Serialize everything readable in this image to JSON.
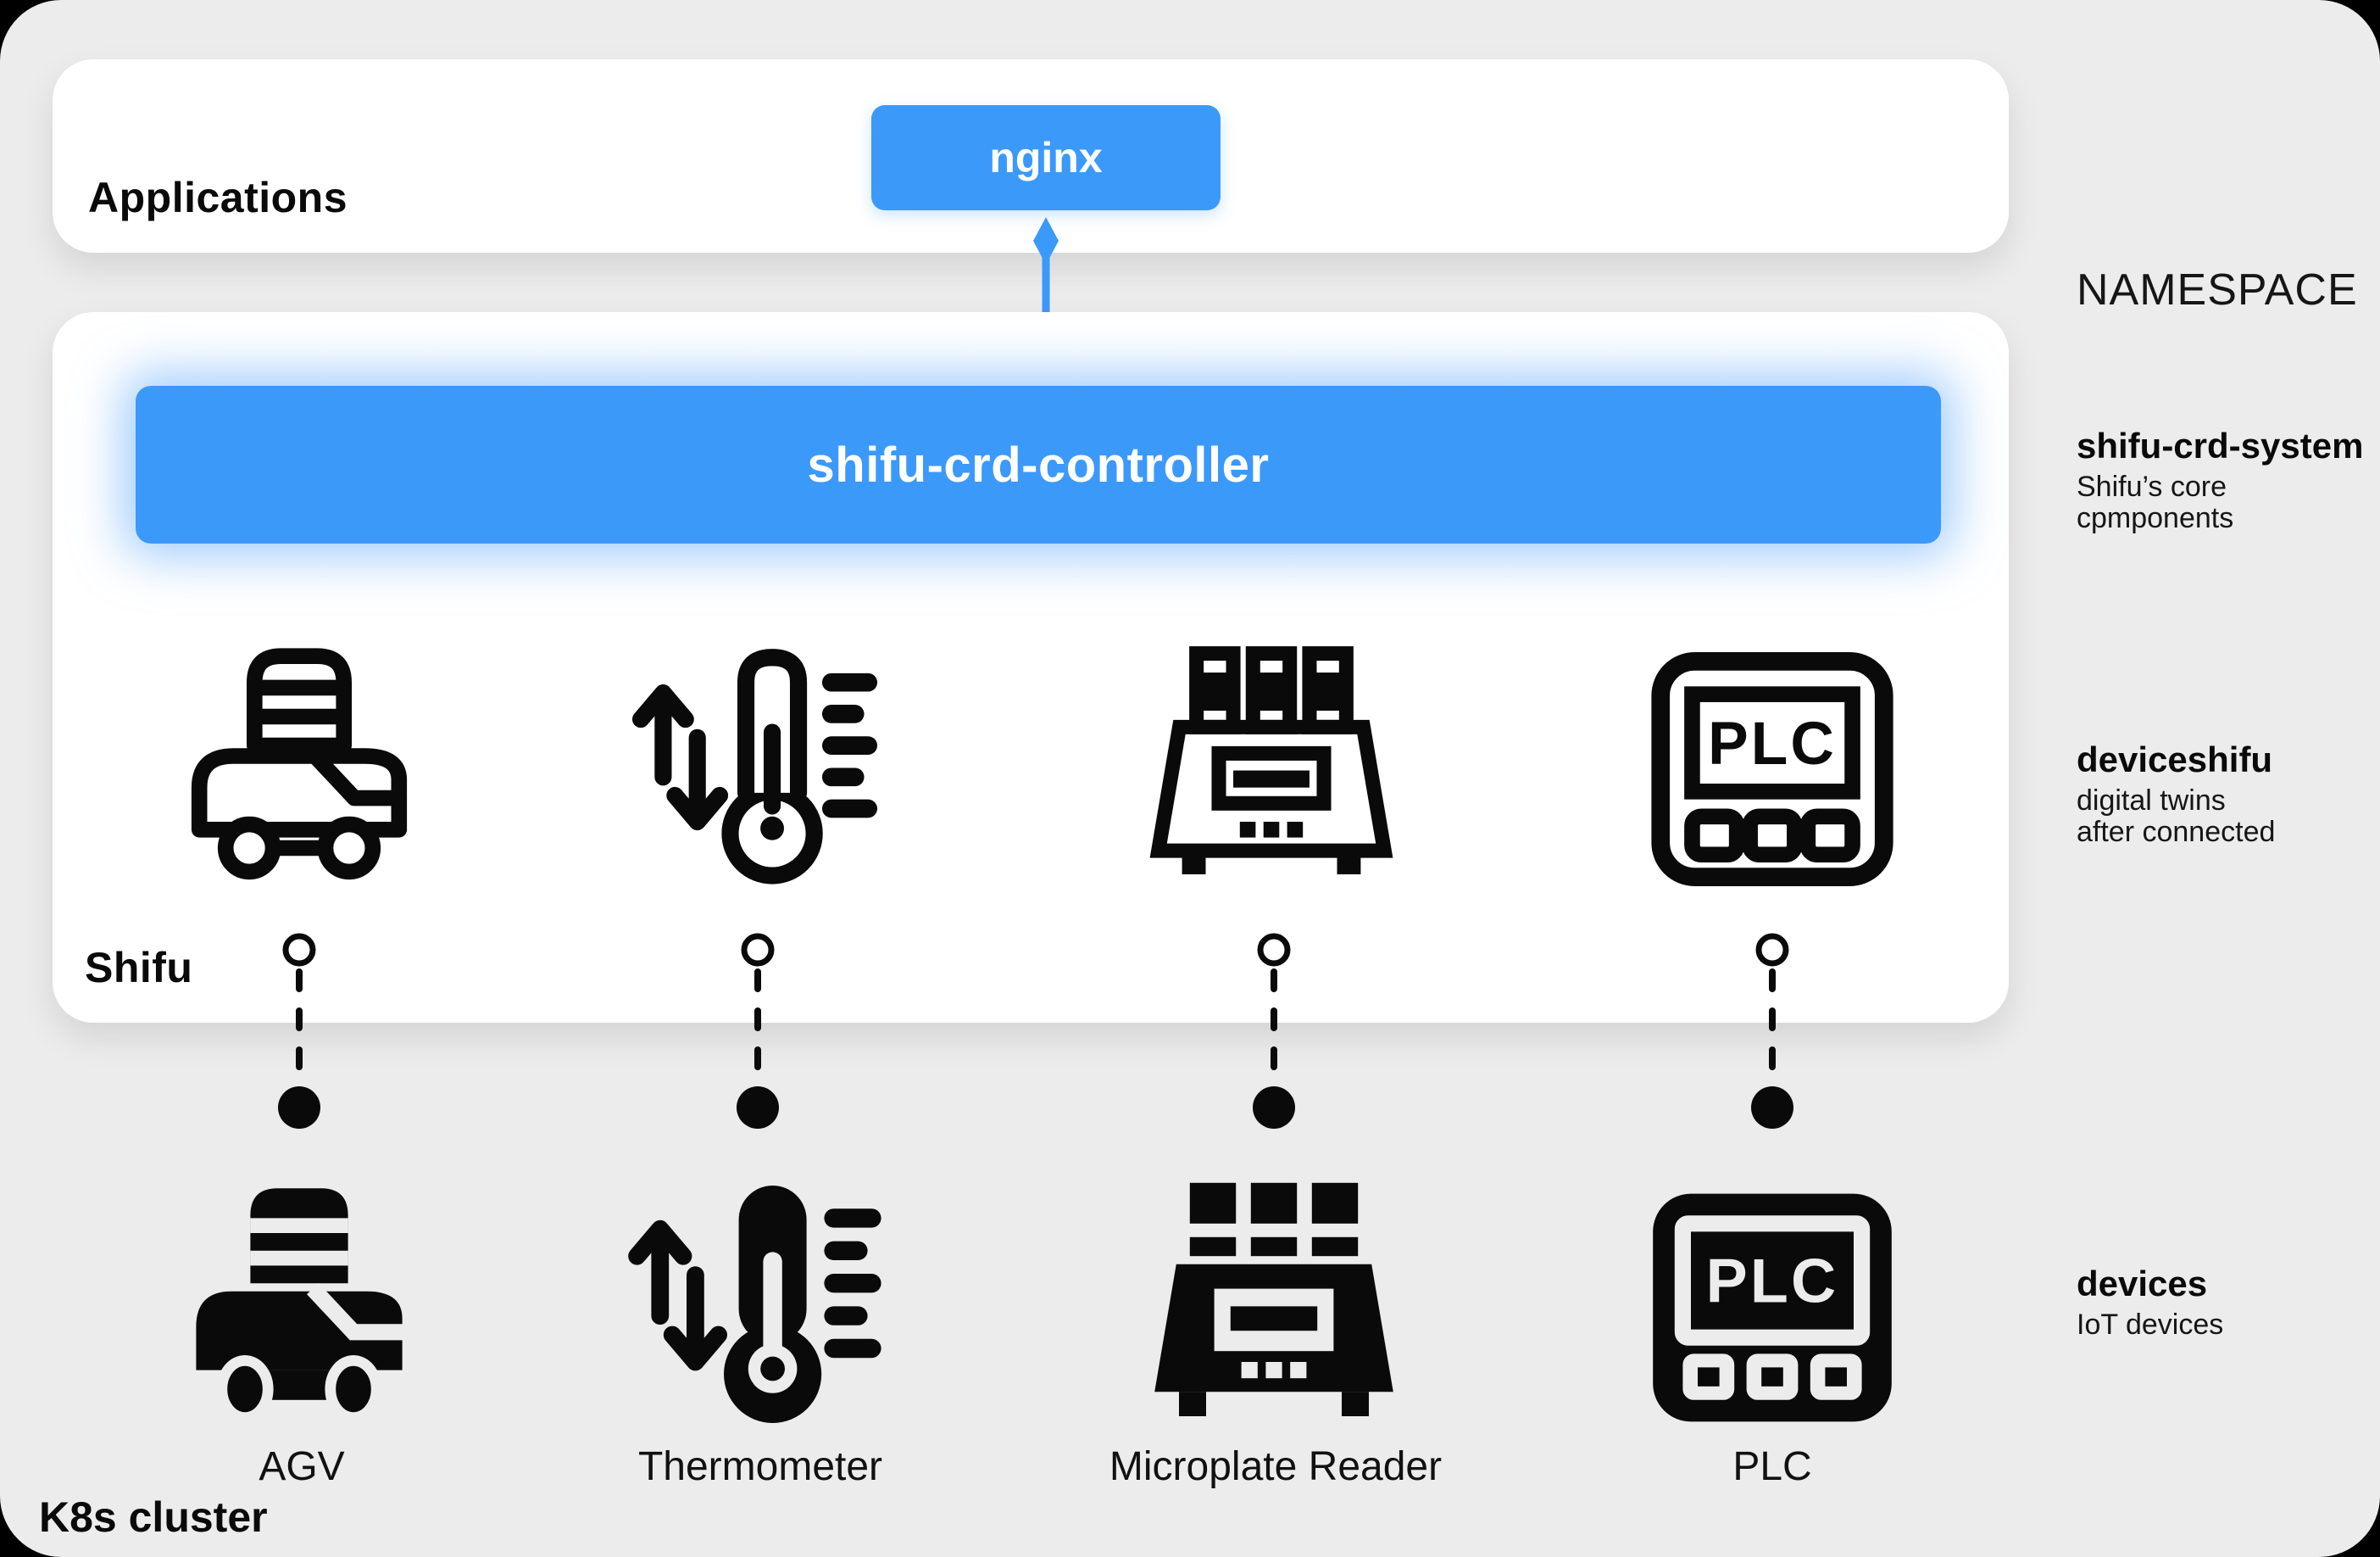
{
  "namespace_label": "NAMESPACE",
  "applications": {
    "title": "Applications",
    "nginx_label": "nginx"
  },
  "shifu_box": {
    "title": "Shifu",
    "controller_label": "shifu-crd-controller"
  },
  "cluster_label": "K8s cluster",
  "annotations": [
    {
      "title": "shifu-crd-system",
      "lines": [
        "Shifu’s core cpmponents"
      ]
    },
    {
      "title": "deviceshifu",
      "lines": [
        "digital twins",
        "after connected"
      ]
    },
    {
      "title": "devices",
      "lines": [
        "IoT devices"
      ]
    }
  ],
  "devices": [
    {
      "name": "AGV"
    },
    {
      "name": "Thermometer"
    },
    {
      "name": "Microplate Reader"
    },
    {
      "name": "PLC"
    }
  ],
  "icons": {
    "plc_screen_text": "PLC"
  },
  "colors": {
    "accent": "#3b99fa",
    "background": "#ececec",
    "ink": "#0a0a0a"
  }
}
